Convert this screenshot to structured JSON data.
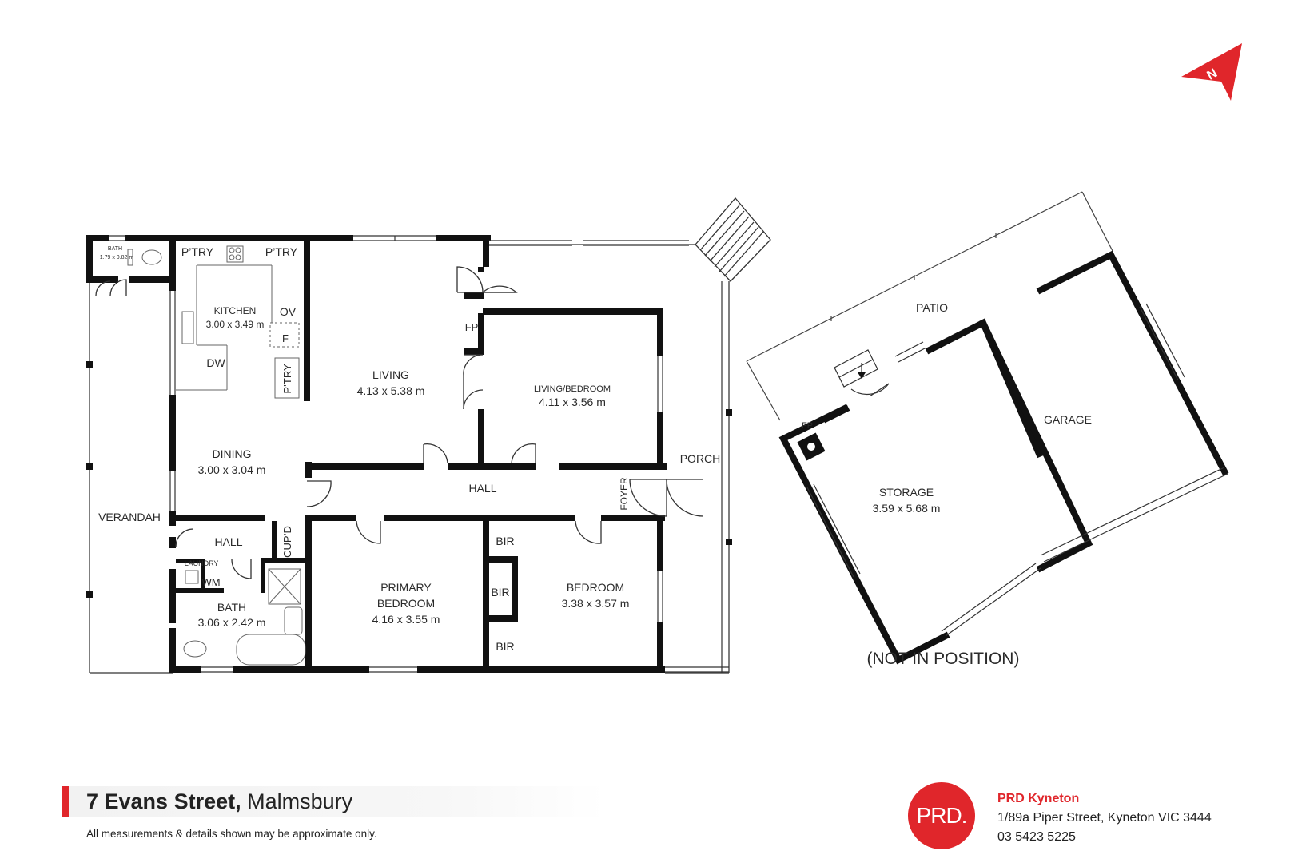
{
  "rooms": {
    "bath_small": {
      "name": "BATH",
      "dims": "1.79 x 0.82 m"
    },
    "ptry_1": "P’TRY",
    "ptry_2": "P’TRY",
    "ptry_3": "P’TRY",
    "kitchen": {
      "name": "KITCHEN",
      "dims": "3.00 x 3.49 m"
    },
    "ov": "OV",
    "f": "F",
    "dw": "DW",
    "fp": "FP",
    "living": {
      "name": "LIVING",
      "dims": "4.13 x 5.38 m"
    },
    "living_bedroom": {
      "name": "LIVING/BEDROOM",
      "dims": "4.11 x 3.56 m"
    },
    "dining": {
      "name": "DINING",
      "dims": "3.00 x 3.04 m"
    },
    "porch": "PORCH",
    "hall_main": "HALL",
    "foyer": "FOYER",
    "verandah": "VERANDAH",
    "hall_small": "HALL",
    "cupd": "CUP’D",
    "laundry": "LAUNDRY",
    "wm": "WM",
    "bath": {
      "name": "BATH",
      "dims": "3.06 x 2.42 m"
    },
    "primary_bedroom": {
      "name_1": "PRIMARY",
      "name_2": "BEDROOM",
      "dims": "4.16 x 3.55 m"
    },
    "bir_1": "BIR",
    "bir_2": "BIR",
    "bir_3": "BIR",
    "bedroom": {
      "name": "BEDROOM",
      "dims": "3.38 x 3.57 m"
    }
  },
  "outbuilding": {
    "patio": "PATIO",
    "garage": "GARAGE",
    "fp": "FP",
    "storage": {
      "name": "STORAGE",
      "dims": "3.59 x 5.68 m"
    },
    "note": "(NOT IN POSITION)"
  },
  "compass": {
    "letter": "N",
    "color": "#e0262b"
  },
  "footer": {
    "street": "7 Evans Street,",
    "suburb": "Malmsbury",
    "disclaimer": "All measurements & details shown may be approximate only.",
    "logo": "PRD.",
    "agency_name": "PRD Kyneton",
    "agency_address": "1/89a Piper Street, Kyneton VIC 3444",
    "agency_phone": "03 5423 5225"
  },
  "colors": {
    "brand": "#e0262b",
    "wall": "#111111"
  }
}
